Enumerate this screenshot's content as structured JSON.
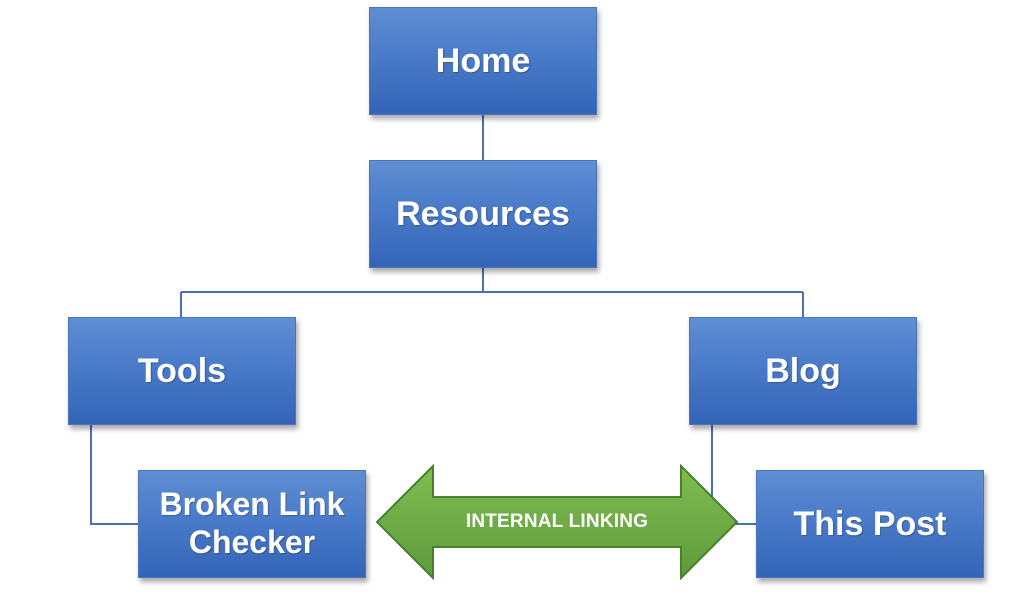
{
  "nodes": {
    "home": "Home",
    "resources": "Resources",
    "tools": "Tools",
    "blog": "Blog",
    "broken_link_checker": [
      "Broken Link",
      "Checker"
    ],
    "this_post": "This Post"
  },
  "arrow": {
    "label": "INTERNAL LINKING"
  },
  "colors": {
    "box_fill": "#4a7bca",
    "box_border": "#4a75bd",
    "connector": "#4a6fb5",
    "arrow_fill": "#70ad47",
    "arrow_border": "#4a7f2e"
  }
}
